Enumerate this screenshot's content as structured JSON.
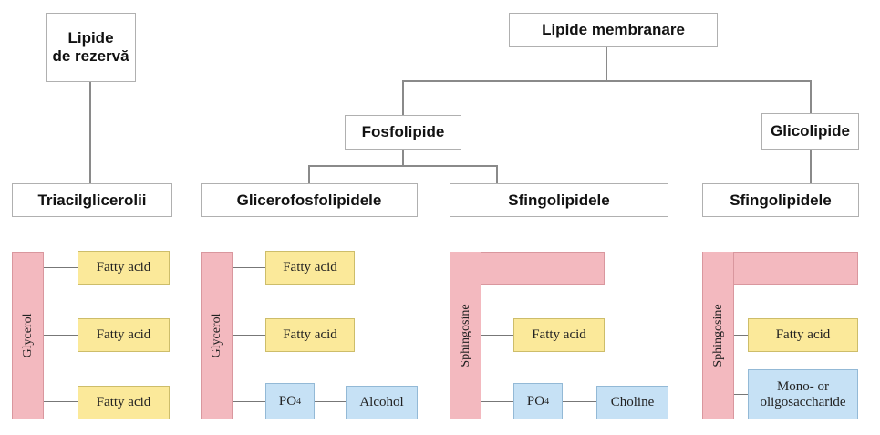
{
  "header_boxes": {
    "reserve": "Lipide\nde rezervă",
    "membrane": "Lipide membranare",
    "phospholipids": "Fosfolipide",
    "glycolipids": "Glicolipide"
  },
  "class_boxes": {
    "triacylglycerols": "Triacilglicerolii",
    "glycerophospholipids": "Glicerofosfolipidele",
    "sphingolipids_phospho": "Sfingolipidele",
    "sphingolipids_glyco": "Sfingolipidele"
  },
  "structures": {
    "glycerol": "Glycerol",
    "sphingosine": "Sphingosine",
    "fatty_acid": "Fatty acid",
    "po4_base": "PO",
    "po4_sub": "4",
    "alcohol": "Alcohol",
    "choline": "Choline",
    "mono_oligo": "Mono- or\noligosaccharide"
  },
  "colors": {
    "fatty_acid": "#fbe99a",
    "phosphate": "#c6e1f5",
    "backbone": "#f3b9bf"
  }
}
